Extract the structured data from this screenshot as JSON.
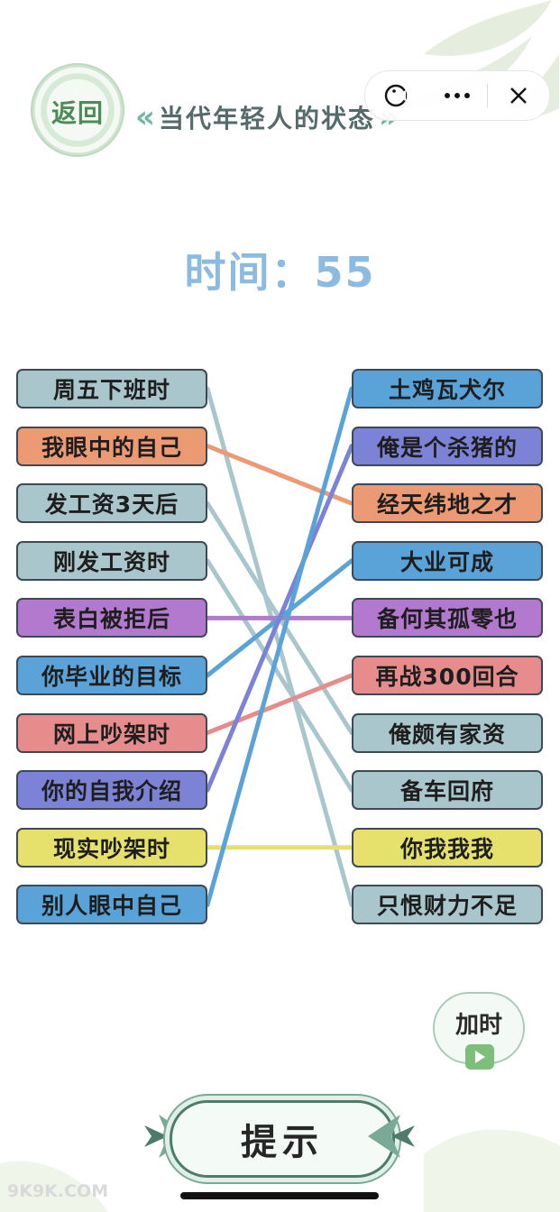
{
  "header": {
    "back_label": "返回",
    "title": "当代年轻人的状态",
    "capsule": {
      "menu_icon": "ellipsis-icon",
      "close_icon": "close-icon",
      "game_icon": "pacman-icon"
    }
  },
  "timer": {
    "label": "时间：",
    "value": "55"
  },
  "left_items": [
    {
      "label": "周五下班时",
      "color": "#a9c6cc"
    },
    {
      "label": "我眼中的自己",
      "color": "#ec9a74"
    },
    {
      "label": "发工资3天后",
      "color": "#a9c6cc"
    },
    {
      "label": "刚发工资时",
      "color": "#a9c6cc"
    },
    {
      "label": "表白被拒后",
      "color": "#b279cf"
    },
    {
      "label": "你毕业的目标",
      "color": "#5aa3d8"
    },
    {
      "label": "网上吵架时",
      "color": "#e78c8c"
    },
    {
      "label": "你的自我介绍",
      "color": "#7c83d6"
    },
    {
      "label": "现实吵架时",
      "color": "#e6e16c"
    },
    {
      "label": "别人眼中自己",
      "color": "#5aa3d8"
    }
  ],
  "right_items": [
    {
      "label": "土鸡瓦犬尔",
      "color": "#5aa3d8"
    },
    {
      "label": "俺是个杀猪的",
      "color": "#7c83d6"
    },
    {
      "label": "经天纬地之才",
      "color": "#ec9a74"
    },
    {
      "label": "大业可成",
      "color": "#5aa3d8"
    },
    {
      "label": "备何其孤零也",
      "color": "#b279cf"
    },
    {
      "label": "再战300回合",
      "color": "#e78c8c"
    },
    {
      "label": "俺颇有家资",
      "color": "#a9c6cc"
    },
    {
      "label": "备车回府",
      "color": "#a9c6cc"
    },
    {
      "label": "你我我我",
      "color": "#e6e16c"
    },
    {
      "label": "只恨财力不足",
      "color": "#a9c6cc"
    }
  ],
  "connections": [
    {
      "from": 0,
      "to": 9,
      "color": "#a9c6cc"
    },
    {
      "from": 1,
      "to": 2,
      "color": "#ec9a74"
    },
    {
      "from": 2,
      "to": 6,
      "color": "#a9c6cc"
    },
    {
      "from": 3,
      "to": 7,
      "color": "#a9c6cc"
    },
    {
      "from": 4,
      "to": 4,
      "color": "#b279cf"
    },
    {
      "from": 5,
      "to": 3,
      "color": "#5aa3d8"
    },
    {
      "from": 6,
      "to": 5,
      "color": "#e78c8c"
    },
    {
      "from": 7,
      "to": 1,
      "color": "#7c83d6"
    },
    {
      "from": 8,
      "to": 8,
      "color": "#e6e16c"
    },
    {
      "from": 9,
      "to": 0,
      "color": "#5aa3d8"
    }
  ],
  "add_time": {
    "label": "加时",
    "icon": "video-icon"
  },
  "hint": {
    "label": "提示"
  },
  "watermark": "9K9K.COM"
}
